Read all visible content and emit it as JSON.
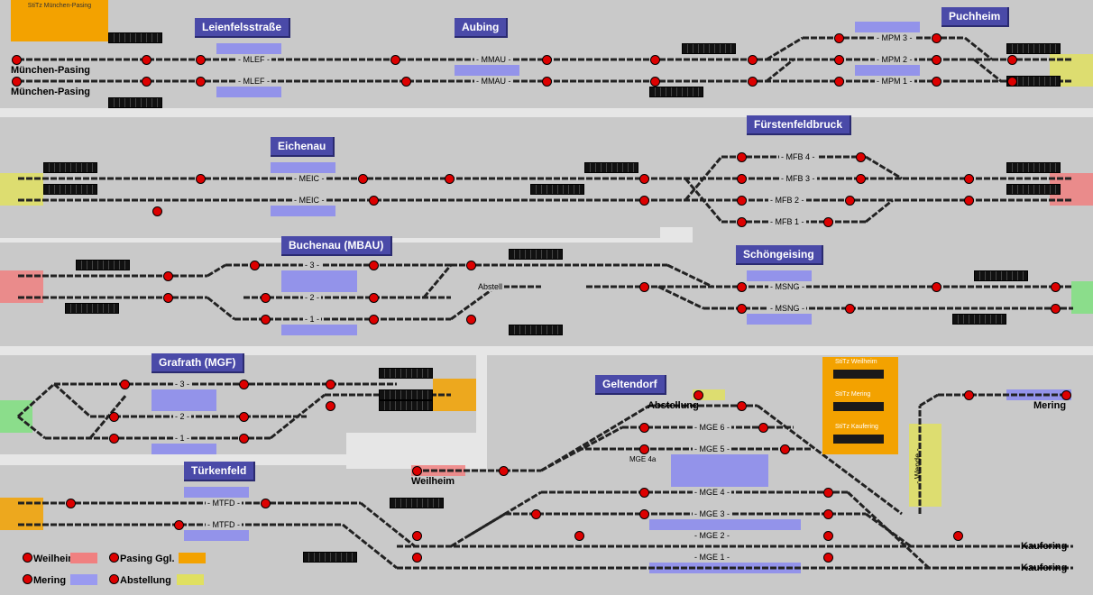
{
  "stations": {
    "pasing_block": "StiTz München-Pasing",
    "leienfels": "Leienfelsstraße",
    "aubing": "Aubing",
    "puchheim": "Puchheim",
    "fuerstenfeldbruck": "Fürstenfeldbruck",
    "eichenau": "Eichenau",
    "buchenau": "Buchenau (MBAU)",
    "schoengeising": "Schöngeising",
    "grafrath": "Grafrath (MGF)",
    "tuerkenfeld": "Türkenfeld",
    "geltendorf": "Geltendorf"
  },
  "endpoints": {
    "pasing_1": "München-Pasing",
    "pasing_2": "München-Pasing",
    "mering": "Mering",
    "weilheim": "Weilheim",
    "abstellung": "Abstellung",
    "kaufering_1": "Kaufering",
    "kaufering_2": "Kaufering"
  },
  "stitz": {
    "weilheim": "StiTz Weilheim",
    "mering": "StiTz Mering",
    "kaufering": "StiTz Kaufering"
  },
  "track_labels": {
    "mlef1": "- MLEF -",
    "mlef2": "- MLEF -",
    "mmau1": "- MMAU -",
    "mmau2": "- MMAU -",
    "mpm3": "- MPM 3 -",
    "mpm2": "- MPM 2 -",
    "mpm1": "- MPM 1 -",
    "meic1": "- MEIC -",
    "meic2": "- MEIC -",
    "mfb4": "- MFB 4 -",
    "mfb3": "- MFB 3 -",
    "mfb2": "- MFB 2 -",
    "mfb1": "- MFB 1 -",
    "mbau3": "- 3 -",
    "mbau2": "- 2 -",
    "mbau1": "- 1 -",
    "abstell": "Abstell",
    "msng1": "- MSNG -",
    "msng2": "- MSNG -",
    "mgf3": "- 3 -",
    "mgf2": "- 2 -",
    "mgf1": "- 1 -",
    "mtfd1": "- MTFD -",
    "mtfd2": "- MTFD -",
    "mge6": "- MGE 6 -",
    "mge5": "- MGE 5 -",
    "mge4a": "MGE 4a",
    "mge4": "- MGE 4 -",
    "mge3": "- MGE 3 -",
    "mge2": "- MGE 2 -",
    "mge1": "- MGE 1 -",
    "wende": "- Wende -"
  },
  "legend": {
    "weilheim": "Weilheim",
    "pasing": "Pasing Ggl.",
    "mering": "Mering",
    "abstellung": "Abstellung"
  },
  "colors": {
    "weilheim": "#f08080",
    "pasing": "#f3a200",
    "mering": "#9a9af0",
    "abstellung": "#e0e060",
    "occupied": "#8a8af0",
    "signal_red": "#dd0000",
    "signal_green": "#2a7a2a",
    "exit_green": "#80e080"
  }
}
